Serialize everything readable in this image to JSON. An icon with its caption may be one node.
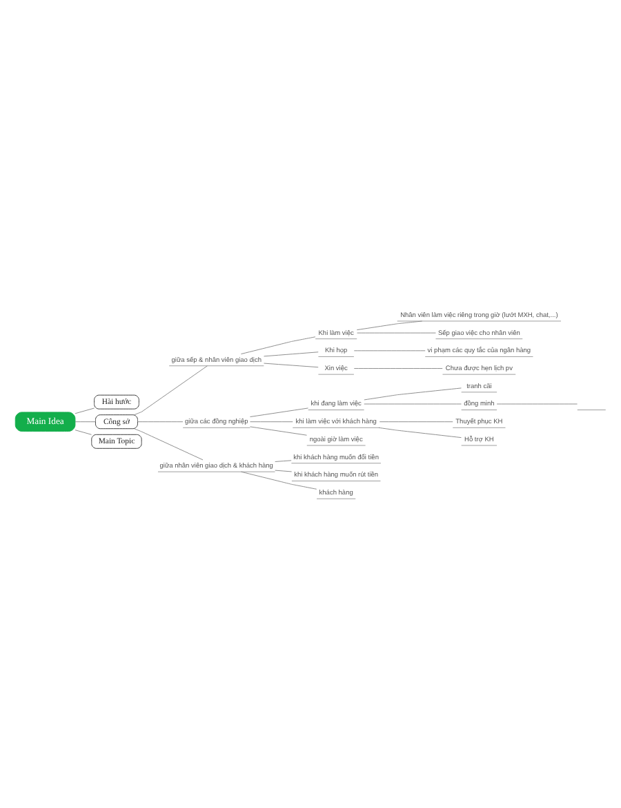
{
  "diagram": {
    "nodes": [
      {
        "text": [
          "Main Idea"
        ]
      },
      {
        "text": [
          "Hài hước"
        ]
      },
      {
        "text": [
          "Công sở"
        ]
      },
      {
        "text": [
          "giữa sếp & nhân viên giao dịch"
        ]
      },
      {
        "text": [
          "Khi làm việc"
        ]
      },
      {
        "text": [
          "Nhân viên làm việc riêng trong giờ (lướt MXH, chat,...)"
        ]
      },
      {
        "text": [
          "Sếp giao việc cho nhân viên"
        ]
      },
      {
        "text": [
          "Khi họp"
        ]
      },
      {
        "text": [
          "vi phạm các quy tắc của ngân hàng"
        ]
      },
      {
        "text": [
          "Xin việc"
        ]
      },
      {
        "text": [
          "Chưa được hẹn lịch pv"
        ]
      },
      {
        "text": [
          "giữa các đồng nghiệp"
        ]
      },
      {
        "text": [
          "khi đang làm việc"
        ]
      },
      {
        "text": [
          "tranh cãi"
        ]
      },
      {
        "text": [
          "đồng minh"
        ]
      },
      {
        "text": [],
        "shape": "bar"
      },
      {
        "text": [
          "khi làm việc với khách hàng"
        ]
      },
      {
        "text": [
          "Thuyết phục KH"
        ]
      },
      {
        "text": [
          "Hỗ trợ KH"
        ]
      },
      {
        "text": [
          "ngoài giờ làm việc"
        ]
      },
      {
        "text": [
          "giữa nhân viên giao dịch & khách hàng"
        ]
      },
      {
        "text": [
          "khi khách hàng muốn đổi tiền"
        ]
      },
      {
        "text": [
          "khi khách hàng muốn rút tiền"
        ]
      },
      {
        "text": [
          "khách hàng"
        ]
      },
      {
        "text": [
          "Main Topic"
        ]
      }
    ],
    "edges": [
      {
        "from": 0,
        "to": 1,
        "arrow": "none"
      },
      {
        "from": 0,
        "to": 2,
        "arrow": "none"
      },
      {
        "from": 2,
        "to": 3,
        "arrow": "none"
      },
      {
        "from": 3,
        "to": 4,
        "arrow": "none"
      },
      {
        "from": 4,
        "to": 5,
        "arrow": "none"
      },
      {
        "from": 4,
        "to": 6,
        "arrow": "none"
      },
      {
        "from": 3,
        "to": 7,
        "arrow": "none"
      },
      {
        "from": 7,
        "to": 8,
        "arrow": "none"
      },
      {
        "from": 3,
        "to": 9,
        "arrow": "none"
      },
      {
        "from": 9,
        "to": 10,
        "arrow": "none"
      },
      {
        "from": 2,
        "to": 11,
        "arrow": "none"
      },
      {
        "from": 11,
        "to": 12,
        "arrow": "none"
      },
      {
        "from": 12,
        "to": 13,
        "arrow": "none"
      },
      {
        "from": 12,
        "to": 14,
        "arrow": "none"
      },
      {
        "from": 14,
        "to": 15,
        "arrow": "none"
      },
      {
        "from": 11,
        "to": 16,
        "arrow": "none"
      },
      {
        "from": 16,
        "to": 17,
        "arrow": "none"
      },
      {
        "from": 16,
        "to": 18,
        "arrow": "none"
      },
      {
        "from": 11,
        "to": 19,
        "arrow": "none"
      },
      {
        "from": 2,
        "to": 20,
        "arrow": "none"
      },
      {
        "from": 20,
        "to": 21,
        "arrow": "none"
      },
      {
        "from": 20,
        "to": 22,
        "arrow": "none"
      },
      {
        "from": 20,
        "to": 23,
        "arrow": "none"
      },
      {
        "from": 0,
        "to": 24,
        "arrow": "none"
      }
    ]
  }
}
